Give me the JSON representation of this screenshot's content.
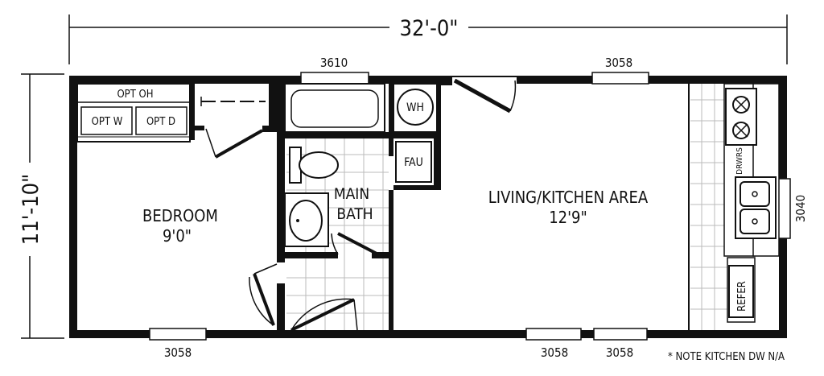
{
  "dimensions": {
    "width": "32'-0\"",
    "depth": "11'-10\""
  },
  "windows": {
    "top_bath": "3610",
    "top_living": "3058",
    "right_kitchen": "3040",
    "bottom_bedroom": "3058",
    "bottom_living_1": "3058",
    "bottom_living_2": "3058"
  },
  "rooms": {
    "bedroom": {
      "name": "BEDROOM",
      "size": "9'0\""
    },
    "main_bath": {
      "line1": "MAIN",
      "line2": "BATH"
    },
    "living_kitchen": {
      "name": "LIVING/KITCHEN AREA",
      "size": "12'9\""
    }
  },
  "fixtures": {
    "opt_oh": "OPT OH",
    "opt_w": "OPT W",
    "opt_d": "OPT D",
    "wh": "WH",
    "fau": "FAU",
    "drwrs": "DRWRS",
    "refer": "REFER"
  },
  "note": "* NOTE  KITCHEN DW N/A"
}
